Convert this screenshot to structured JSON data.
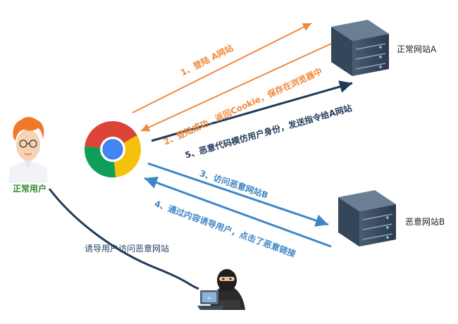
{
  "nodes": {
    "server_a": "正常网站A",
    "server_b": "恶意网站B",
    "user": "正常用户"
  },
  "arrows": [
    {
      "id": "step1",
      "label": "1、登陆 A网站"
    },
    {
      "id": "step2",
      "label": "2、登陆成功，返回Cookie，保存在浏览器中"
    },
    {
      "id": "step3",
      "label": "3、访问恶意网站B"
    },
    {
      "id": "step4",
      "label": "4、通过内容诱导用户，点击了恶意链接"
    },
    {
      "id": "step5",
      "label": "5、恶意代码模仿用户身份，发送指令给A网站"
    },
    {
      "id": "lure",
      "label": "诱导用户访问恶意网站"
    }
  ],
  "colors": {
    "orange": "#ef8a3c",
    "blue": "#3d86c6",
    "dark": "#1f3a5a",
    "server_body": "#3d4f63",
    "chrome_red": "#db4437",
    "chrome_yellow": "#f4c20d",
    "chrome_green": "#0f9d58",
    "chrome_blue": "#4285f4"
  }
}
